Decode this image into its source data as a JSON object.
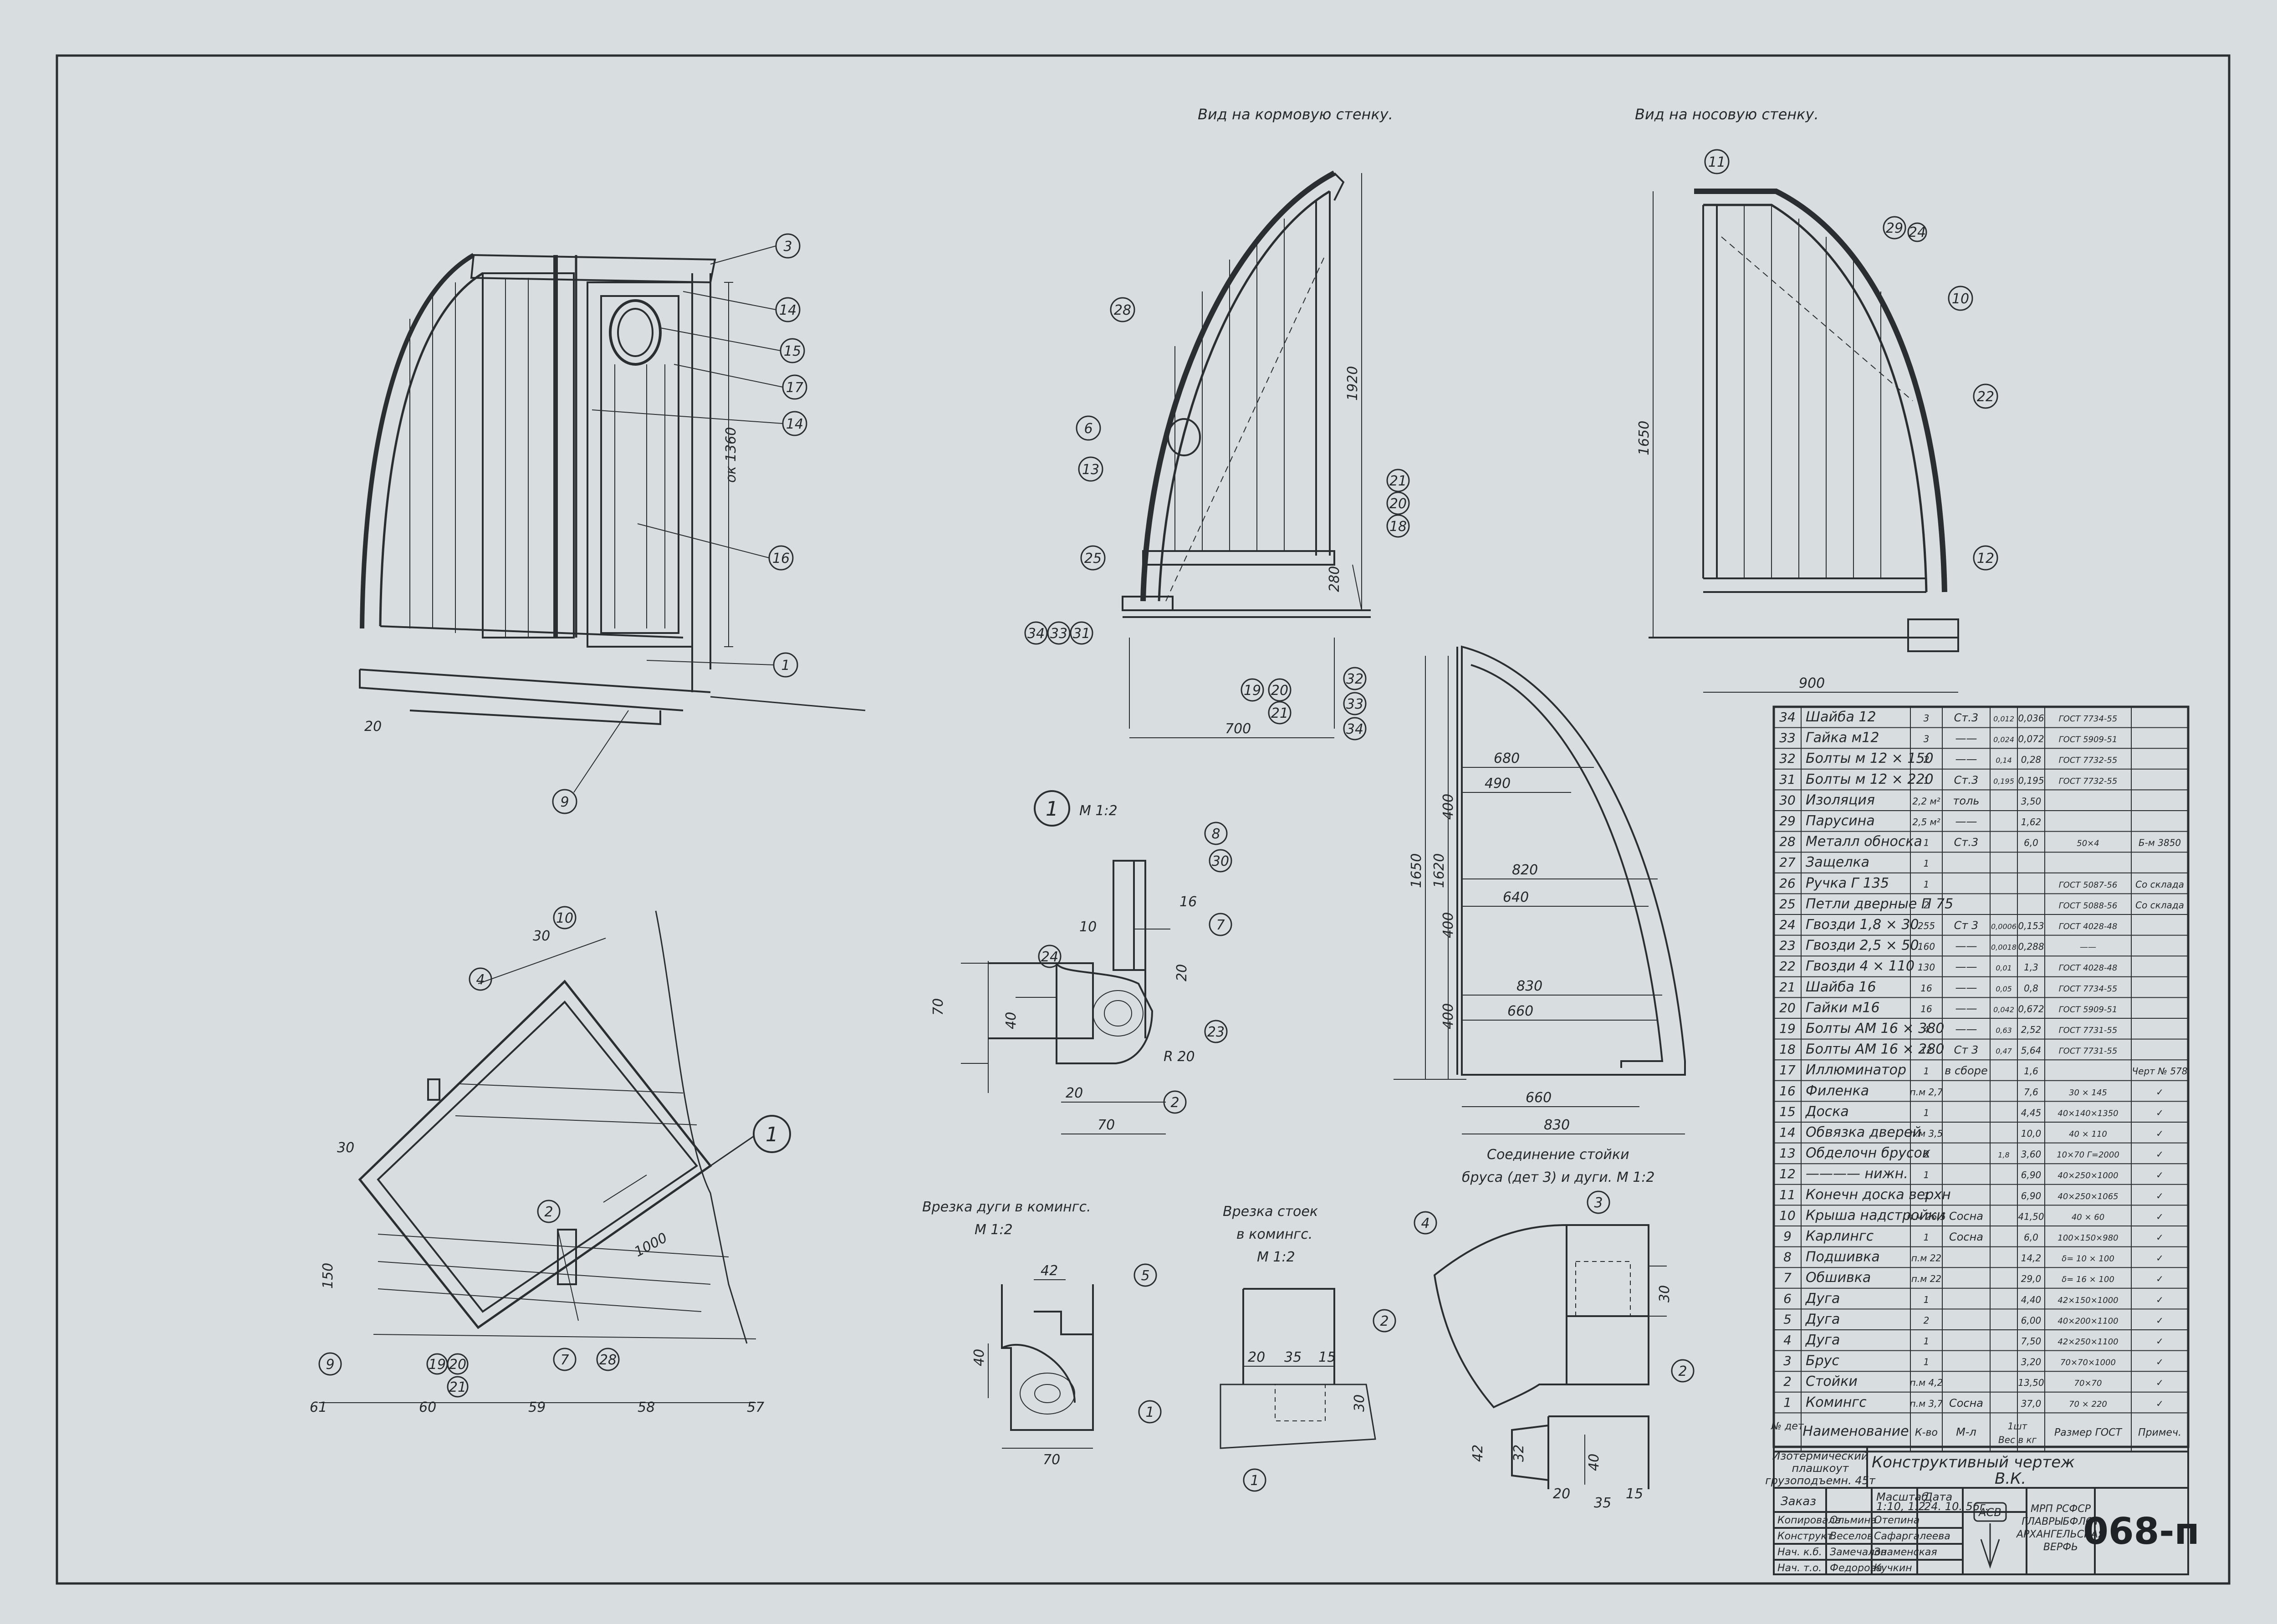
{
  "views": {
    "stern_wall_title": "Вид на кормовую стенку.",
    "bow_wall_title": "Вид на носовую стенку."
  },
  "section_1": {
    "label": "1",
    "scale": "М 1:2"
  },
  "details": {
    "arc_cut": {
      "line1": "Врезка дуги в комингс.",
      "line2": "М 1:2"
    },
    "post_cut": {
      "line1": "Врезка стоек",
      "line2": "в комингс.",
      "line3": "М 1:2"
    },
    "joint": {
      "line1": "Соединение стойки",
      "line2": "бруса (дет 3) и дуги.  М 1:2"
    }
  },
  "dimensions": {
    "iso_height": "ок 1360",
    "iso_20": "20",
    "stern_1920": "1920",
    "stern_280": "280",
    "stern_700": "700",
    "bow_1650": "1650",
    "bow_900": "900",
    "profile_680": "680",
    "profile_490": "490",
    "profile_820": "820",
    "profile_640": "640",
    "profile_830a": "830",
    "profile_660a": "660",
    "profile_660b": "660",
    "profile_830b": "830",
    "profile_1650": "1650",
    "profile_1620": "1620",
    "profile_400a": "400",
    "profile_400b": "400",
    "profile_400c": "400",
    "sec_16": "16",
    "sec_10": "10",
    "sec_20a": "20",
    "sec_70a": "70",
    "sec_40": "40",
    "sec_r20": "R 20",
    "sec_20b": "20",
    "sec_70b": "70",
    "plan_30a": "30",
    "plan_30b": "30",
    "plan_1000": "1000",
    "plan_150": "150",
    "arc_42": "42",
    "arc_40": "40",
    "arc_70": "70",
    "post_20": "20",
    "post_35": "35",
    "post_15": "15",
    "post_30": "30",
    "joint_30": "30",
    "joint_42": "42",
    "joint_32": "32",
    "joint_40": "40",
    "joint_20": "20",
    "joint_35": "35",
    "joint_15": "15",
    "grid_61": "61",
    "grid_60": "60",
    "grid_59": "59",
    "grid_58": "58",
    "grid_57": "57"
  },
  "callouts": {
    "iso": [
      "3",
      "14",
      "15",
      "17",
      "14",
      "16",
      "1",
      "9"
    ],
    "stern_left": [
      "28",
      "6",
      "13",
      "25"
    ],
    "stern_right": [
      "21",
      "20",
      "18"
    ],
    "stern_bottom_left": [
      "34",
      "33",
      "31"
    ],
    "stern_bottom": [
      "19",
      "20",
      "21"
    ],
    "stern_bottom_right": [
      "32",
      "33",
      "34"
    ],
    "bow": [
      "11",
      "29",
      "24",
      "10",
      "22",
      "12"
    ],
    "section": [
      "8",
      "30",
      "7",
      "24",
      "23",
      "2"
    ],
    "plan": [
      "4",
      "10",
      "2",
      "9",
      "19",
      "20",
      "21",
      "7",
      "28"
    ],
    "plan_section_ref": "1",
    "arc_cut": [
      "5",
      "1"
    ],
    "post_cut": [
      "2",
      "1"
    ],
    "joint": [
      "4",
      "3",
      "2"
    ]
  },
  "spec_table": {
    "headers": {
      "num": "№ дет",
      "name": "Наименование",
      "qty": "К-во",
      "mat": "М-л",
      "w1": "1шт",
      "w2": "Вес в кг",
      "size": "Размер ГОСТ",
      "note": "Примеч."
    },
    "rows": [
      {
        "n": "34",
        "name": "Шайба 12",
        "q": "3",
        "m": "Ст.3",
        "w1": "0,012",
        "w2": "0,036",
        "s": "ГОСТ 7734-55",
        "note": ""
      },
      {
        "n": "33",
        "name": "Гайка м12",
        "q": "3",
        "m": "——",
        "w1": "0,024",
        "w2": "0,072",
        "s": "ГОСТ 5909-51",
        "note": ""
      },
      {
        "n": "32",
        "name": "Болты м 12 × 150",
        "q": "2",
        "m": "——",
        "w1": "0,14",
        "w2": "0,28",
        "s": "ГОСТ 7732-55",
        "note": ""
      },
      {
        "n": "31",
        "name": "Болты м 12 × 220",
        "q": "1",
        "m": "Ст.3",
        "w1": "0,195",
        "w2": "0,195",
        "s": "ГОСТ 7732-55",
        "note": ""
      },
      {
        "n": "30",
        "name": "Изоляция",
        "q": "2,2 м²",
        "m": "толь",
        "w1": "",
        "w2": "3,50",
        "s": "",
        "note": ""
      },
      {
        "n": "29",
        "name": "Парусина",
        "q": "2,5 м²",
        "m": "——",
        "w1": "",
        "w2": "1,62",
        "s": "",
        "note": ""
      },
      {
        "n": "28",
        "name": "Металл обноска",
        "q": "1",
        "m": "Ст.3",
        "w1": "",
        "w2": "6,0",
        "s": "50×4",
        "note": "Б-м 3850"
      },
      {
        "n": "27",
        "name": "Защелка",
        "q": "1",
        "m": "",
        "w1": "",
        "w2": "",
        "s": "",
        "note": ""
      },
      {
        "n": "26",
        "name": "Ручка Г 135",
        "q": "1",
        "m": "",
        "w1": "",
        "w2": "",
        "s": "ГОСТ 5087-56",
        "note": "Со склада"
      },
      {
        "n": "25",
        "name": "Петли дверные П 75",
        "q": "2",
        "m": "",
        "w1": "",
        "w2": "",
        "s": "ГОСТ 5088-56",
        "note": "Со склада"
      },
      {
        "n": "24",
        "name": "Гвозди 1,8 × 30",
        "q": "255",
        "m": "Ст 3",
        "w1": "0,0006",
        "w2": "0,153",
        "s": "ГОСТ 4028-48",
        "note": ""
      },
      {
        "n": "23",
        "name": "Гвозди 2,5 × 50",
        "q": "160",
        "m": "——",
        "w1": "0,0018",
        "w2": "0,288",
        "s": "——",
        "note": ""
      },
      {
        "n": "22",
        "name": "Гвозди 4 × 110",
        "q": "130",
        "m": "——",
        "w1": "0,01",
        "w2": "1,3",
        "s": "ГОСТ 4028-48",
        "note": ""
      },
      {
        "n": "21",
        "name": "Шайба 16",
        "q": "16",
        "m": "——",
        "w1": "0,05",
        "w2": "0,8",
        "s": "ГОСТ 7734-55",
        "note": ""
      },
      {
        "n": "20",
        "name": "Гайки м16",
        "q": "16",
        "m": "——",
        "w1": "0,042",
        "w2": "0,672",
        "s": "ГОСТ 5909-51",
        "note": ""
      },
      {
        "n": "19",
        "name": "Болты АМ 16 × 380",
        "q": "4",
        "m": "——",
        "w1": "0,63",
        "w2": "2,52",
        "s": "ГОСТ 7731-55",
        "note": ""
      },
      {
        "n": "18",
        "name": "Болты АМ 16 × 280",
        "q": "12",
        "m": "Ст 3",
        "w1": "0,47",
        "w2": "5,64",
        "s": "ГОСТ 7731-55",
        "note": ""
      },
      {
        "n": "17",
        "name": "Иллюминатор",
        "q": "1",
        "m": "в сборе",
        "w1": "",
        "w2": "1,6",
        "s": "",
        "note": "Черт № 578"
      },
      {
        "n": "16",
        "name": "Филенка",
        "q": "п.м 2,7",
        "m": "",
        "w1": "",
        "w2": "7,6",
        "s": "30 × 145",
        "note": "✓"
      },
      {
        "n": "15",
        "name": "Доска",
        "q": "1",
        "m": "",
        "w1": "",
        "w2": "4,45",
        "s": "40×140×1350",
        "note": "✓"
      },
      {
        "n": "14",
        "name": "Обвязка дверей",
        "q": "п.м 3,5",
        "m": "",
        "w1": "",
        "w2": "10,0",
        "s": "40 × 110",
        "note": "✓"
      },
      {
        "n": "13",
        "name": "Обделочн брусок",
        "q": "2",
        "m": "",
        "w1": "1,8",
        "w2": "3,60",
        "s": "10×70 Г=2000",
        "note": "✓"
      },
      {
        "n": "12",
        "name": "———— нижн.",
        "q": "1",
        "m": "",
        "w1": "",
        "w2": "6,90",
        "s": "40×250×1000",
        "note": "✓"
      },
      {
        "n": "11",
        "name": "Конечн доска верхн",
        "q": "1",
        "m": "",
        "w1": "",
        "w2": "6,90",
        "s": "40×250×1065",
        "note": "✓"
      },
      {
        "n": "10",
        "name": "Крыша надстройки",
        "q": "п.м 26,5",
        "m": "Сосна",
        "w1": "",
        "w2": "41,50",
        "s": "40 × 60",
        "note": "✓"
      },
      {
        "n": "9",
        "name": "Карлингс",
        "q": "1",
        "m": "Сосна",
        "w1": "",
        "w2": "6,0",
        "s": "100×150×980",
        "note": "✓"
      },
      {
        "n": "8",
        "name": "Подшивка",
        "q": "п.м 22",
        "m": "",
        "w1": "",
        "w2": "14,2",
        "s": "δ= 10 × 100",
        "note": "✓"
      },
      {
        "n": "7",
        "name": "Обшивка",
        "q": "п.м 22",
        "m": "",
        "w1": "",
        "w2": "29,0",
        "s": "δ= 16 × 100",
        "note": "✓"
      },
      {
        "n": "6",
        "name": "Дуга",
        "q": "1",
        "m": "",
        "w1": "",
        "w2": "4,40",
        "s": "42×150×1000",
        "note": "✓"
      },
      {
        "n": "5",
        "name": "Дуга",
        "q": "2",
        "m": "",
        "w1": "",
        "w2": "6,00",
        "s": "40×200×1100",
        "note": "✓"
      },
      {
        "n": "4",
        "name": "Дуга",
        "q": "1",
        "m": "",
        "w1": "",
        "w2": "7,50",
        "s": "42×250×1100",
        "note": "✓"
      },
      {
        "n": "3",
        "name": "Брус",
        "q": "1",
        "m": "",
        "w1": "",
        "w2": "3,20",
        "s": "70×70×1000",
        "note": "✓"
      },
      {
        "n": "2",
        "name": "Стойки",
        "q": "п.м 4,2",
        "m": "",
        "w1": "",
        "w2": "13,50",
        "s": "70×70",
        "note": "✓"
      },
      {
        "n": "1",
        "name": "Комингс",
        "q": "п.м 3,7",
        "m": "Сосна",
        "w1": "",
        "w2": "37,0",
        "s": "70 × 220",
        "note": "✓"
      }
    ]
  },
  "title_block": {
    "object": [
      "Изотермический",
      "плашкоут",
      "грузоподъемн. 45т"
    ],
    "drawing_type": "Конструктивный чертеж",
    "drawing_subject": "В.К.",
    "order_label": "Заказ",
    "scale_label": "Масштаб",
    "scale_value": "1:10, 1:2",
    "date_label": "Дата",
    "date_value": "24. 10. 56г.",
    "roles": [
      "Копировала",
      "Конструкт.",
      "Нач. к.б.",
      "Нач. т.о."
    ],
    "signatures": [
      "Ольмина",
      "Веселов",
      "Замечалов",
      "Федорова"
    ],
    "names": [
      "Отепина",
      "Сафаргалеева",
      "Знаменская",
      "Кучкин"
    ],
    "org": [
      "МРП РСФСР",
      "ГЛАВРЫБФЛОТ",
      "АРХАНГЕЛЬСКАЯ",
      "ВЕРФЬ"
    ],
    "logo": "АСВ",
    "drawing_number": "068-п"
  }
}
